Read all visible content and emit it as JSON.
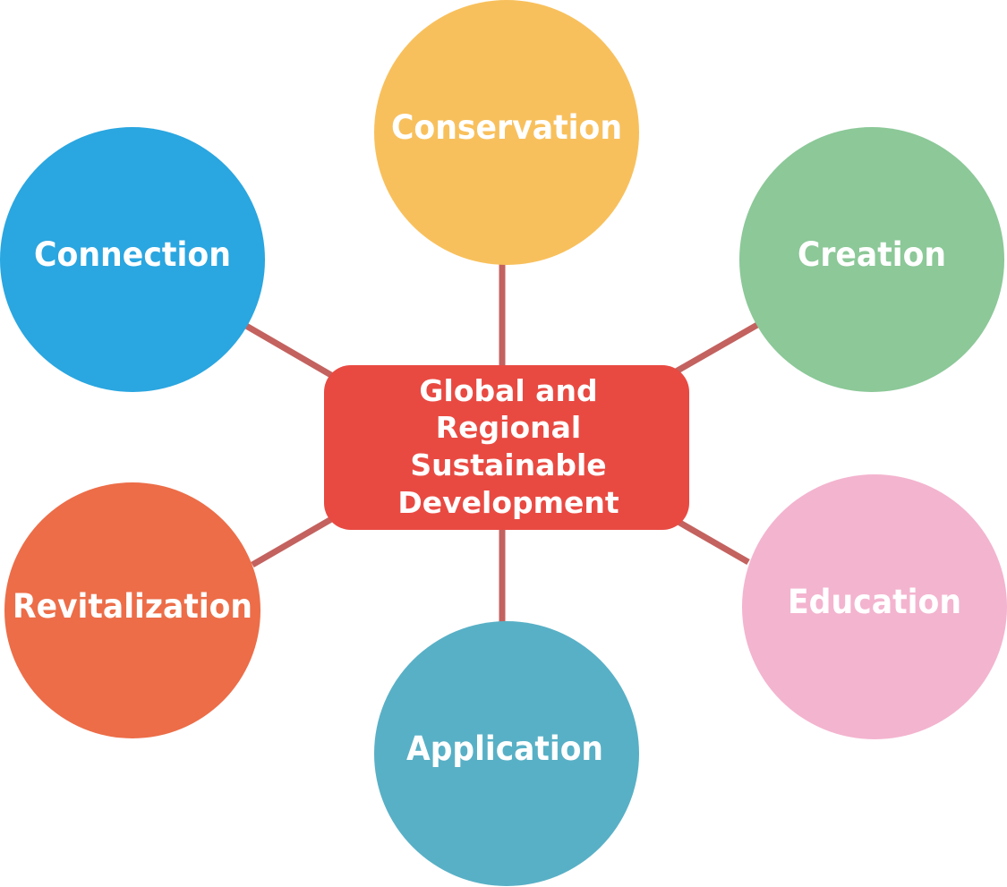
{
  "diagram": {
    "center": {
      "lines": [
        "Global and",
        "Regional",
        "Sustainable",
        "Development"
      ],
      "color": "#e84a42"
    },
    "connector_color": "#c3625f",
    "nodes": [
      {
        "id": "conservation",
        "label": "Conservation",
        "color": "#f8c05c"
      },
      {
        "id": "creation",
        "label": "Creation",
        "color": "#8cc898"
      },
      {
        "id": "education",
        "label": "Education",
        "color": "#f3b4cf"
      },
      {
        "id": "application",
        "label": "Application",
        "color": "#58b0c6"
      },
      {
        "id": "revitalization",
        "label": "Revitalization",
        "color": "#ec6d48"
      },
      {
        "id": "connection",
        "label": "Connection",
        "color": "#2aa6e0"
      }
    ]
  }
}
